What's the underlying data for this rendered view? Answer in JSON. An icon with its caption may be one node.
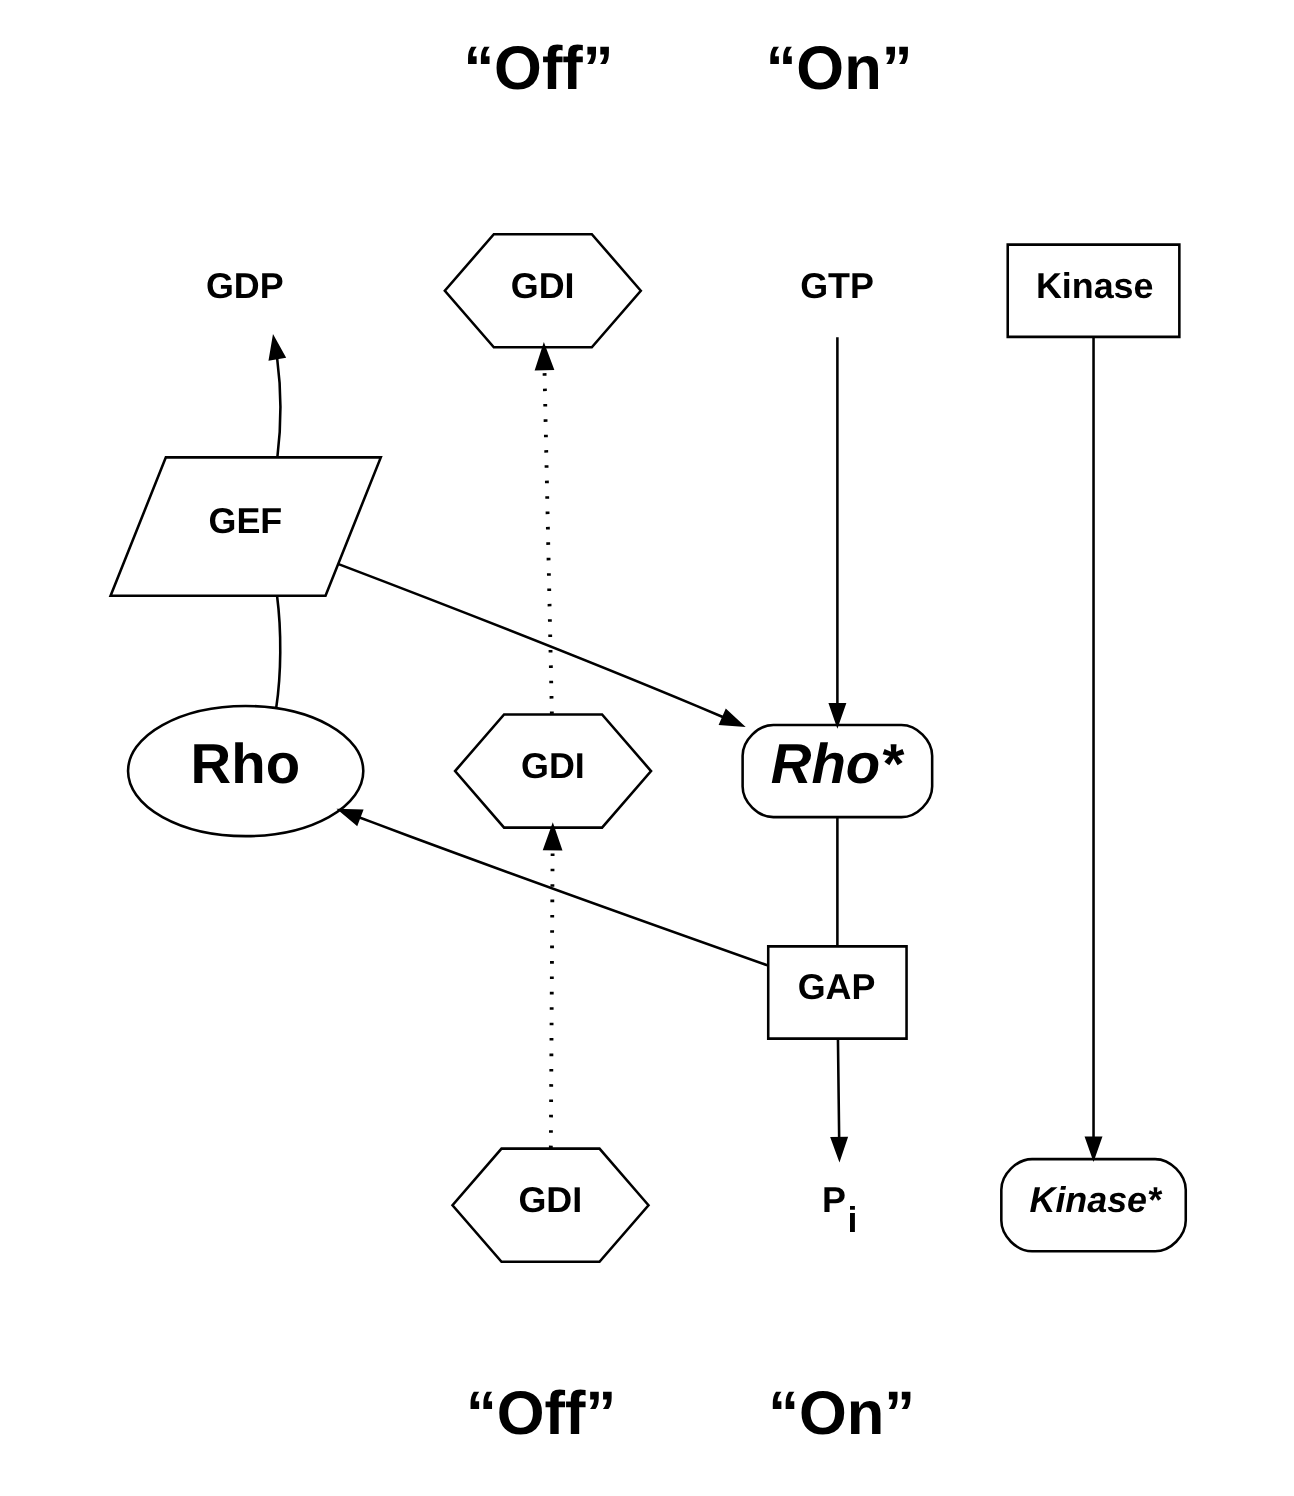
{
  "diagram": {
    "nodes": [
      {
        "text": [
          "GDI"
        ]
      },
      {
        "text": [
          "GDP"
        ]
      },
      {
        "text": [
          "GTP"
        ]
      },
      {
        "text": [
          "Kinase"
        ]
      },
      {
        "text": [
          "GEF"
        ]
      },
      {
        "text": [
          "Rho"
        ]
      },
      {
        "text": [
          "GDI"
        ]
      },
      {
        "text": [
          "Rho*"
        ]
      },
      {
        "text": [
          "GAP"
        ]
      },
      {
        "text": [
          "Kinase*"
        ]
      },
      {
        "text": [
          "GDI"
        ]
      },
      {
        "text": [
          "P$_{i}$"
        ]
      }
    ],
    "edges": [
      {
        "from": 4,
        "to": 1,
        "arrow": "to"
      },
      {
        "from": 4,
        "to": 7,
        "arrow": "to"
      },
      {
        "from": 2,
        "to": 7,
        "arrow": "to"
      },
      {
        "from": 4,
        "to": 5,
        "arrow": "none"
      },
      {
        "from": 6,
        "to": 0,
        "arrow": "to",
        "style": "dashed"
      },
      {
        "from": 10,
        "to": 6,
        "arrow": "to",
        "style": "dashed"
      },
      {
        "from": 7,
        "to": 8,
        "arrow": "none"
      },
      {
        "from": 8,
        "to": 5,
        "arrow": "to"
      },
      {
        "from": 8,
        "to": 11,
        "arrow": "to"
      },
      {
        "from": 3,
        "to": 9,
        "arrow": "to"
      }
    ],
    "labels": [
      "“Off”",
      "“On”",
      "“Off”",
      "“On”"
    ]
  }
}
